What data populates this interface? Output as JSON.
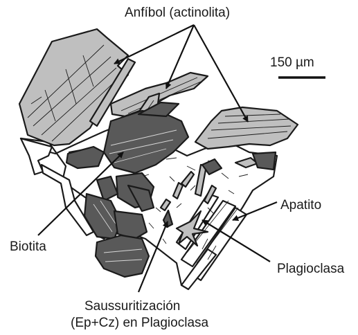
{
  "labels": {
    "anfibol": "Anfíbol (actinolita)",
    "scale": "150 µm",
    "apatito": "Apatito",
    "biotita": "Biotita",
    "plagioclasa": "Plagioclasa",
    "sauss_line1": "Saussuritización",
    "sauss_line2": "(Ep+Cz) en Plagioclasa"
  },
  "colors": {
    "amphibole": "#bfbfbf",
    "biotite": "#595959",
    "plagioclase": "#ffffff",
    "outline": "#1a1a1a"
  }
}
